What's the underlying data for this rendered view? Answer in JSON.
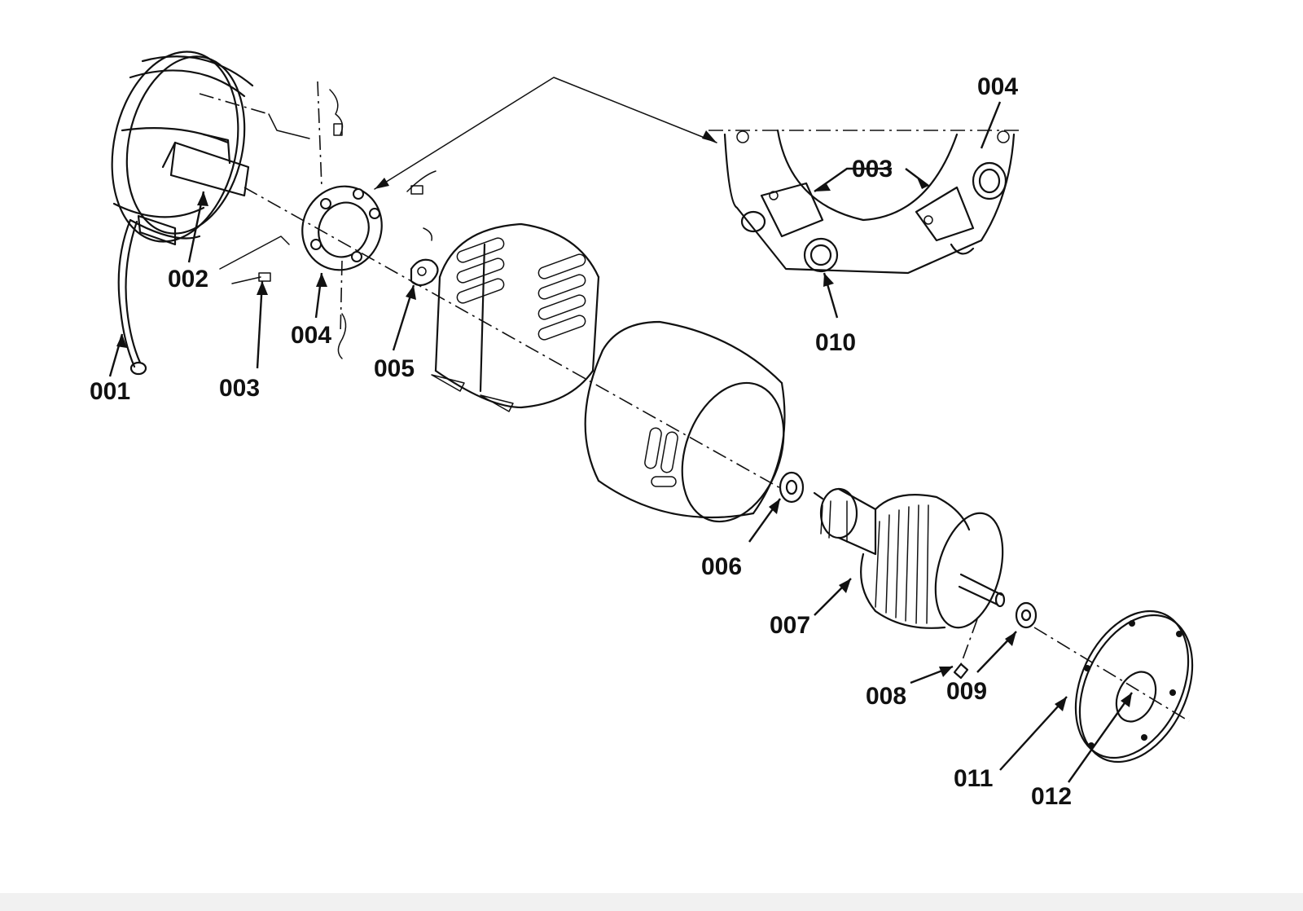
{
  "labels": {
    "p001": "001",
    "p002": "002",
    "p003_left": "003",
    "p004_left": "004",
    "p005": "005",
    "p006": "006",
    "p007": "007",
    "p008": "008",
    "p009": "009",
    "p010": "010",
    "p011": "011",
    "p012": "012",
    "p003_detail": "003",
    "p004_detail": "004"
  }
}
